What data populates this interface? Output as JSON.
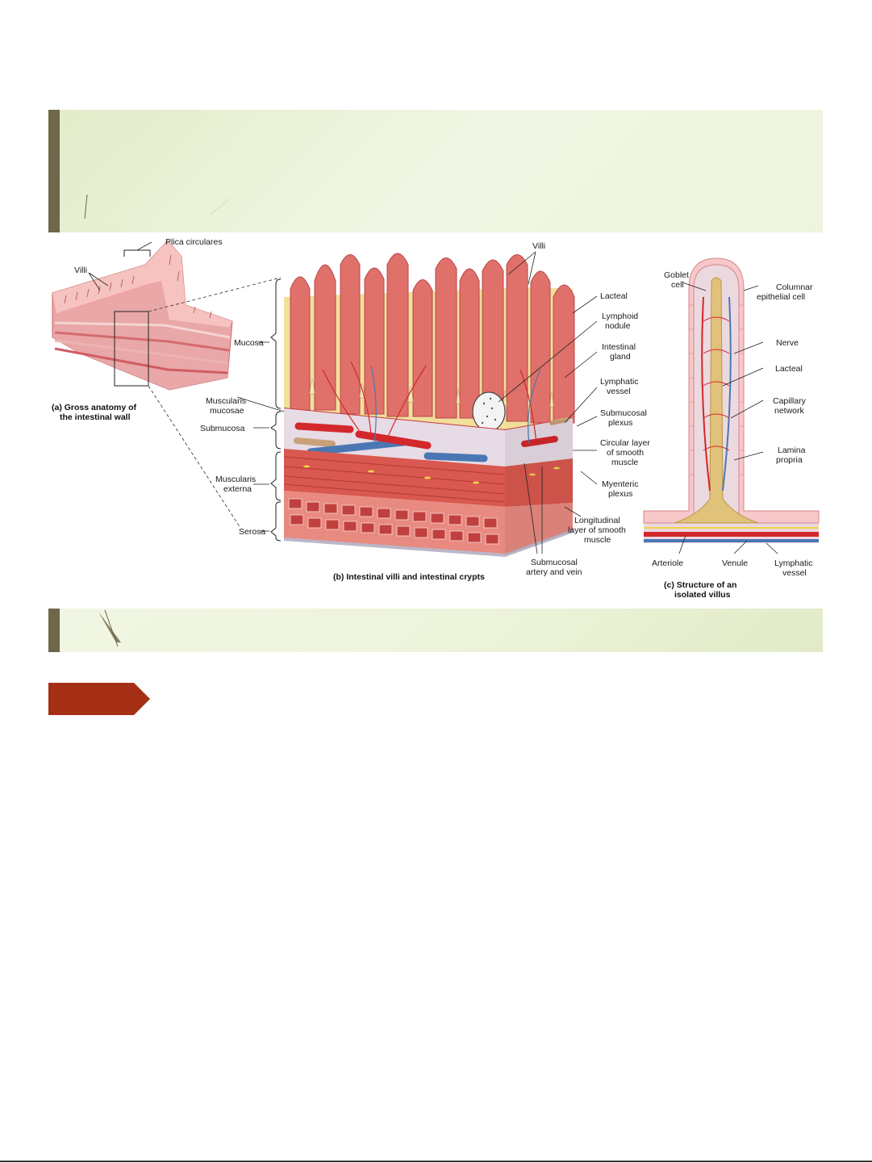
{
  "figure": {
    "labels": {
      "plica_circulares": "Plica circulares",
      "villi_a": "Villi",
      "villi_b": "Villi",
      "mucosa": "Mucosa",
      "muscularis_mucosae_1": "Muscularis",
      "muscularis_mucosae_2": "mucosae",
      "submucosa": "Submucosa",
      "muscularis_externa_1": "Muscularis",
      "muscularis_externa_2": "externa",
      "serosa": "Serosa",
      "lacteal_b": "Lacteal",
      "lymphoid_nodule_1": "Lymphoid",
      "lymphoid_nodule_2": "nodule",
      "intestinal_gland_1": "Intestinal",
      "intestinal_gland_2": "gland",
      "lymphatic_vessel_b_1": "Lymphatic",
      "lymphatic_vessel_b_2": "vessel",
      "submucosal_plexus_1": "Submucosal",
      "submucosal_plexus_2": "plexus",
      "circular_layer_1": "Circular layer",
      "circular_layer_2": "of smooth",
      "circular_layer_3": "muscle",
      "myenteric_plexus_1": "Myenteric",
      "myenteric_plexus_2": "plexus",
      "longitudinal_layer_1": "Longitudinal",
      "longitudinal_layer_2": "layer of smooth",
      "longitudinal_layer_3": "muscle",
      "submucosal_artery_1": "Submucosal",
      "submucosal_artery_2": "artery and vein",
      "goblet_cell_1": "Goblet",
      "goblet_cell_2": "cell",
      "columnar_cell_1": "Columnar",
      "columnar_cell_2": "epithelial cell",
      "nerve": "Nerve",
      "lacteal_c": "Lacteal",
      "capillary_network_1": "Capillary",
      "capillary_network_2": "network",
      "lamina_propria_1": "Lamina",
      "lamina_propria_2": "propria",
      "arteriole": "Arteriole",
      "venule": "Venule",
      "lymphatic_vessel_c_1": "Lymphatic",
      "lymphatic_vessel_c_2": "vessel"
    },
    "captions": {
      "a_1": "(a) Gross anatomy of",
      "a_2": "the intestinal wall",
      "b": "(b) Intestinal villi and intestinal crypts",
      "c_1": "(c) Structure of an",
      "c_2": "isolated villus"
    }
  },
  "colors": {
    "slide_accent": "#6e6749",
    "tag": "#a42f14",
    "villus": "#e0706a",
    "lamina": "#f2dca0",
    "muscle": "#d9584f",
    "artery": "#d3282b",
    "vein": "#4a77b4"
  }
}
